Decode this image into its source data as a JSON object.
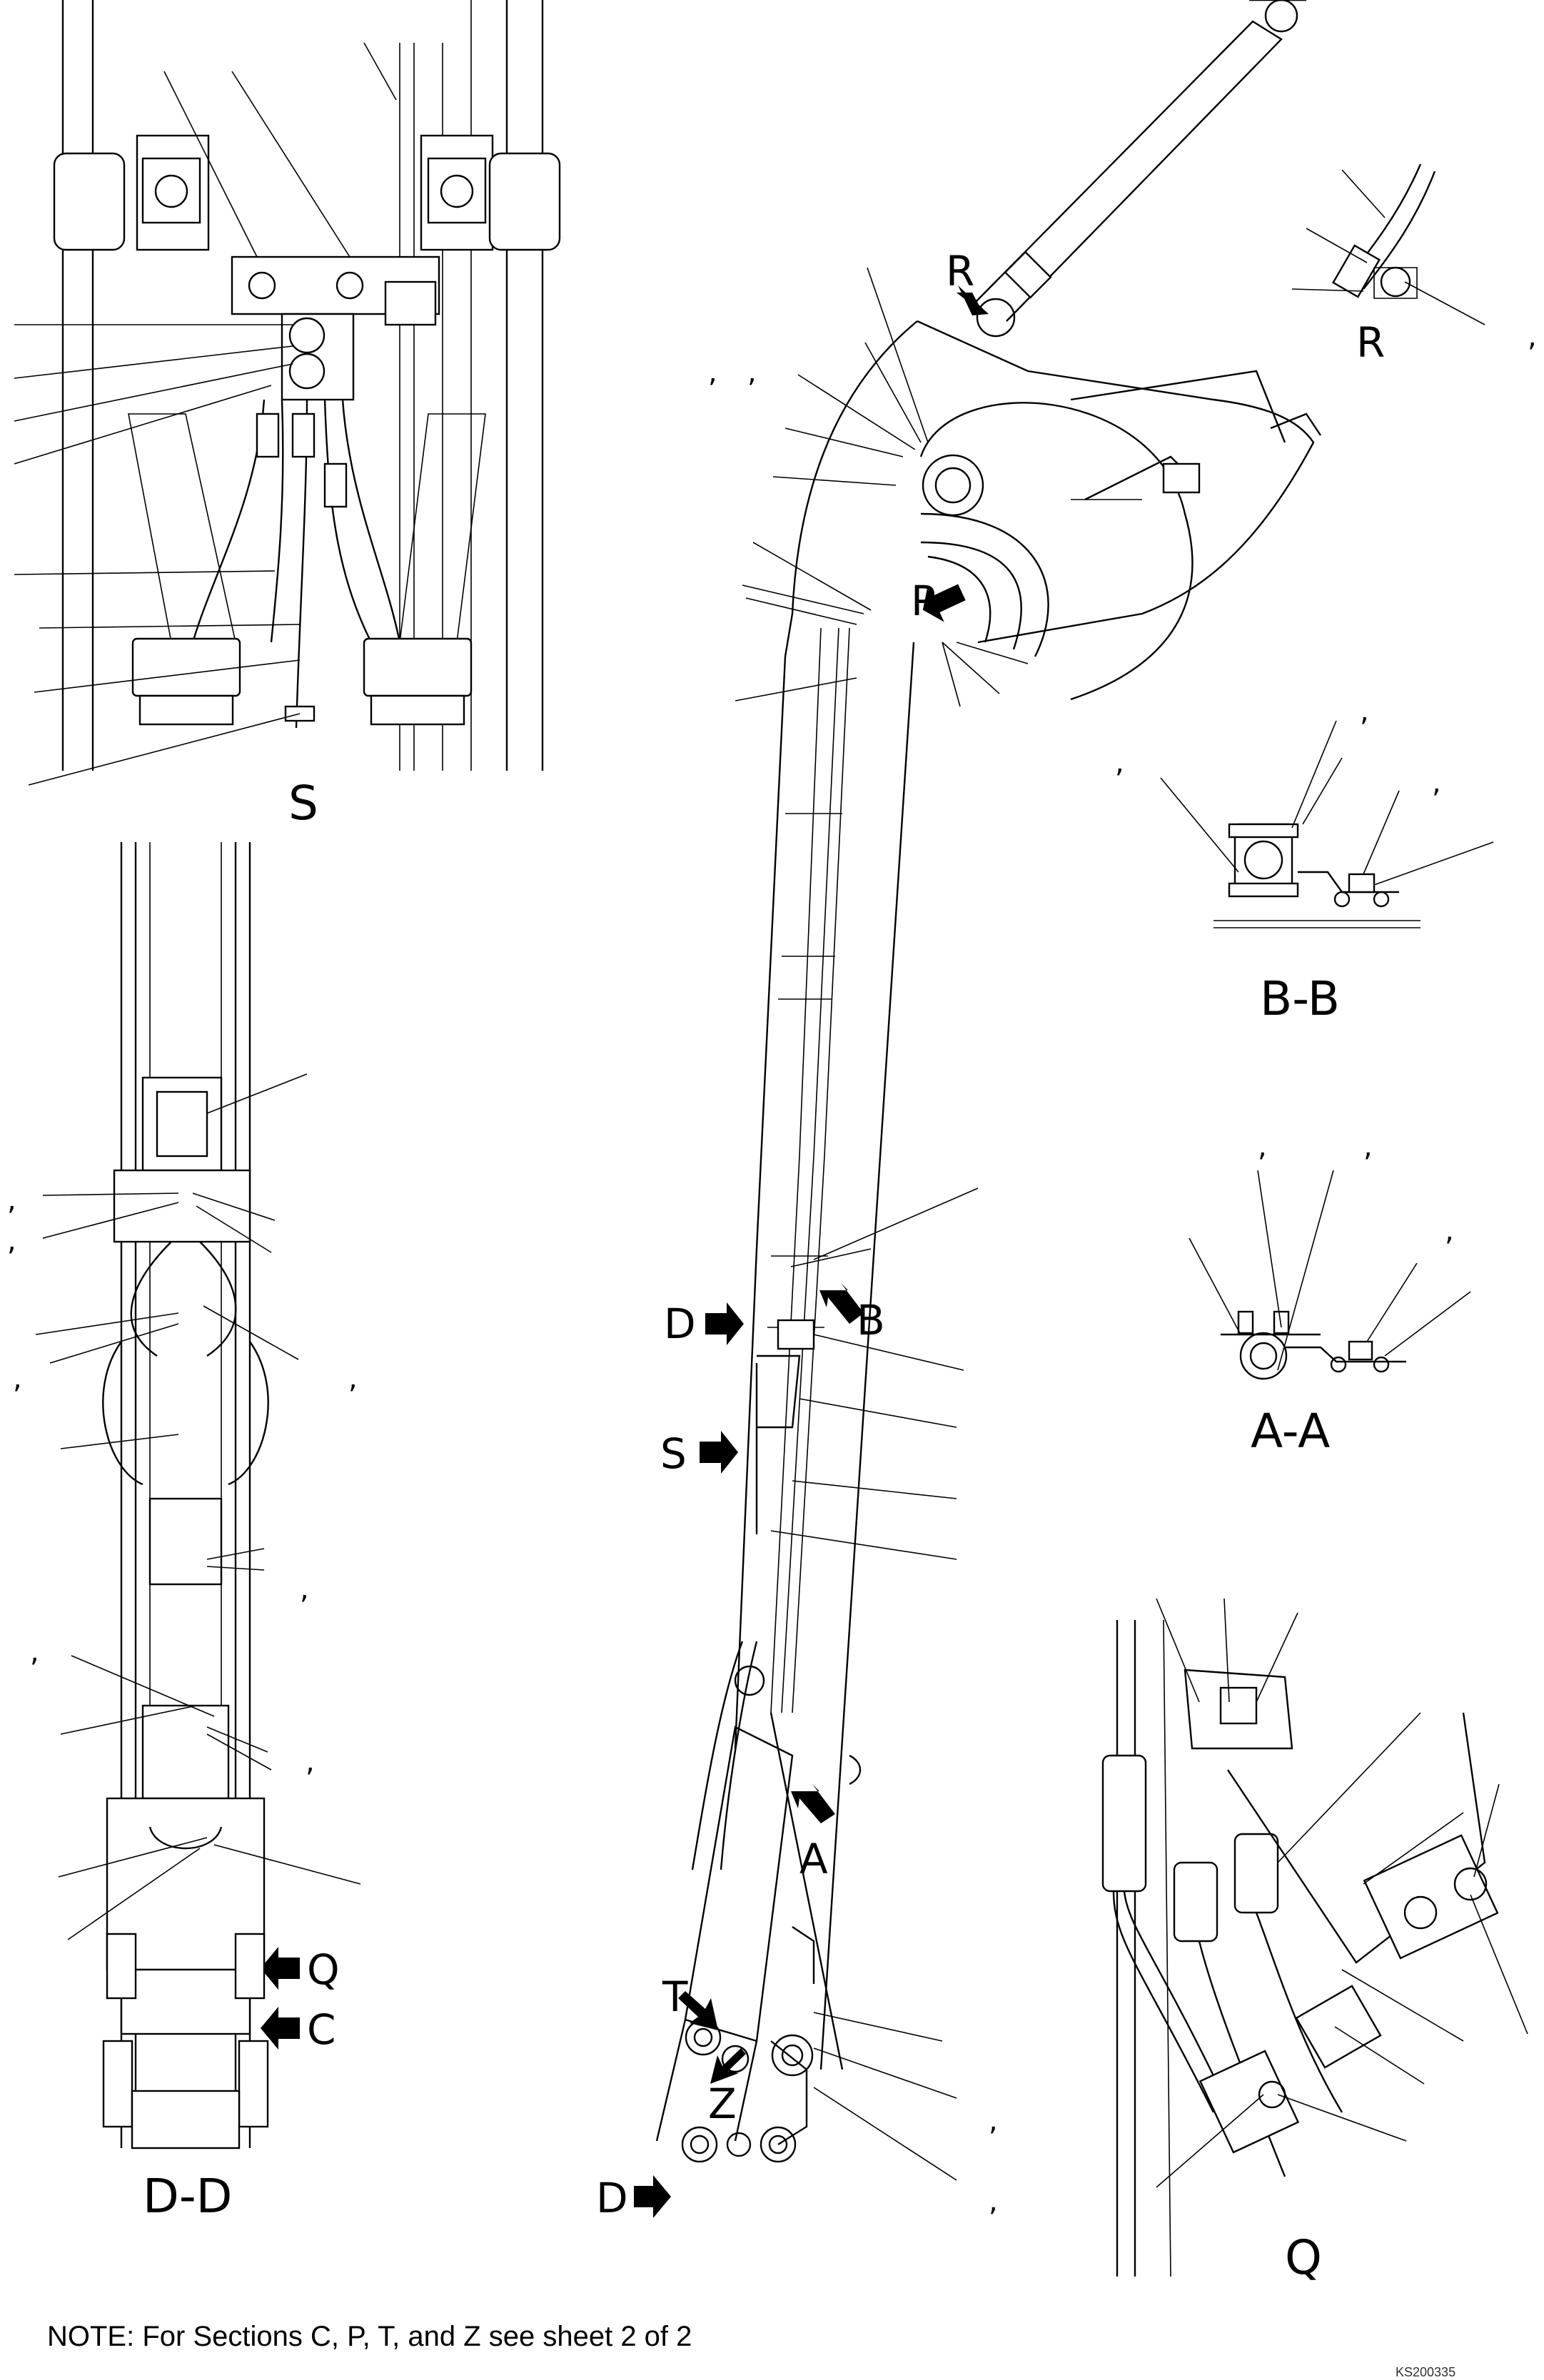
{
  "view_labels": {
    "s": "S",
    "r_detail": "R",
    "r_arrow": "R",
    "p_arrow": "P",
    "b_arrow": "B",
    "d_arrow_top": "D",
    "s_arrow": "S",
    "a_arrow": "A",
    "t_arrow": "T",
    "z_arrow": "Z",
    "d_arrow_bottom": "D",
    "q_arrow": "Q",
    "c_arrow": "C",
    "dd": "D-D",
    "bb": "B-B",
    "aa": "A-A",
    "q_detail": "Q"
  },
  "separator": ",",
  "note": "NOTE: For Sections C, P, T, and Z see sheet 2 of 2",
  "drawing_code": "KS200335"
}
